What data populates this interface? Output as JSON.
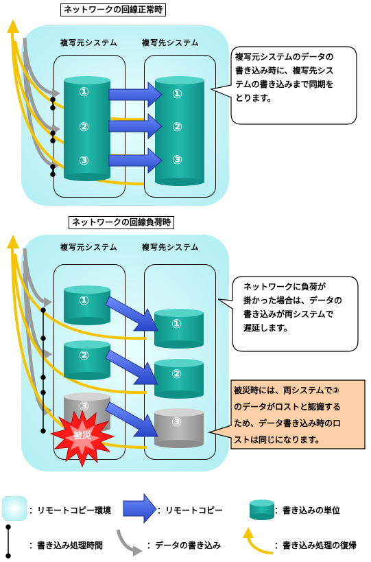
{
  "top": {
    "title": "ネットワークの回線正常時",
    "source_label": "複写元システム",
    "target_label": "複写先システム",
    "note_lines": [
      "複写元システムのデータの",
      "書き込み時に、複写先シス",
      "テムの書き込みまで同期を",
      "とります。"
    ],
    "db_numbers": [
      "①",
      "②",
      "③"
    ]
  },
  "bottom": {
    "title": "ネットワークの回線負荷時",
    "source_label": "複写元システム",
    "target_label": "複写先システム",
    "note1_lines": [
      "ネットワークに負荷が",
      "掛かった場合は、データの",
      "書き込みが両システムで",
      "遅延します。"
    ],
    "note2_lines": [
      "被災時には、両システムで③",
      "のデータがロストと認識する",
      "ため、データ書き込み時のロ",
      "ストは同じになります。"
    ],
    "disaster_label": "被災",
    "db_numbers": [
      "①",
      "②",
      "③"
    ]
  },
  "legend": {
    "remote_env": "：リモートコピー環境",
    "remote_copy": "：リモートコピー",
    "write_unit": "：書き込みの単位",
    "write_time": "：書き込み処理時間",
    "data_write": "：データの書き込み",
    "write_return": "：書き込み処理の復帰"
  },
  "colors": {
    "env_fill": "#bff2f5",
    "db_teal": "#1aa89c",
    "db_gray": "#a6a6a6",
    "copy_arrow": "#3f5fe0",
    "write_arrow": "#999999",
    "return_arrow": "#f5c400",
    "note2_fill": "#fdd0a8"
  }
}
